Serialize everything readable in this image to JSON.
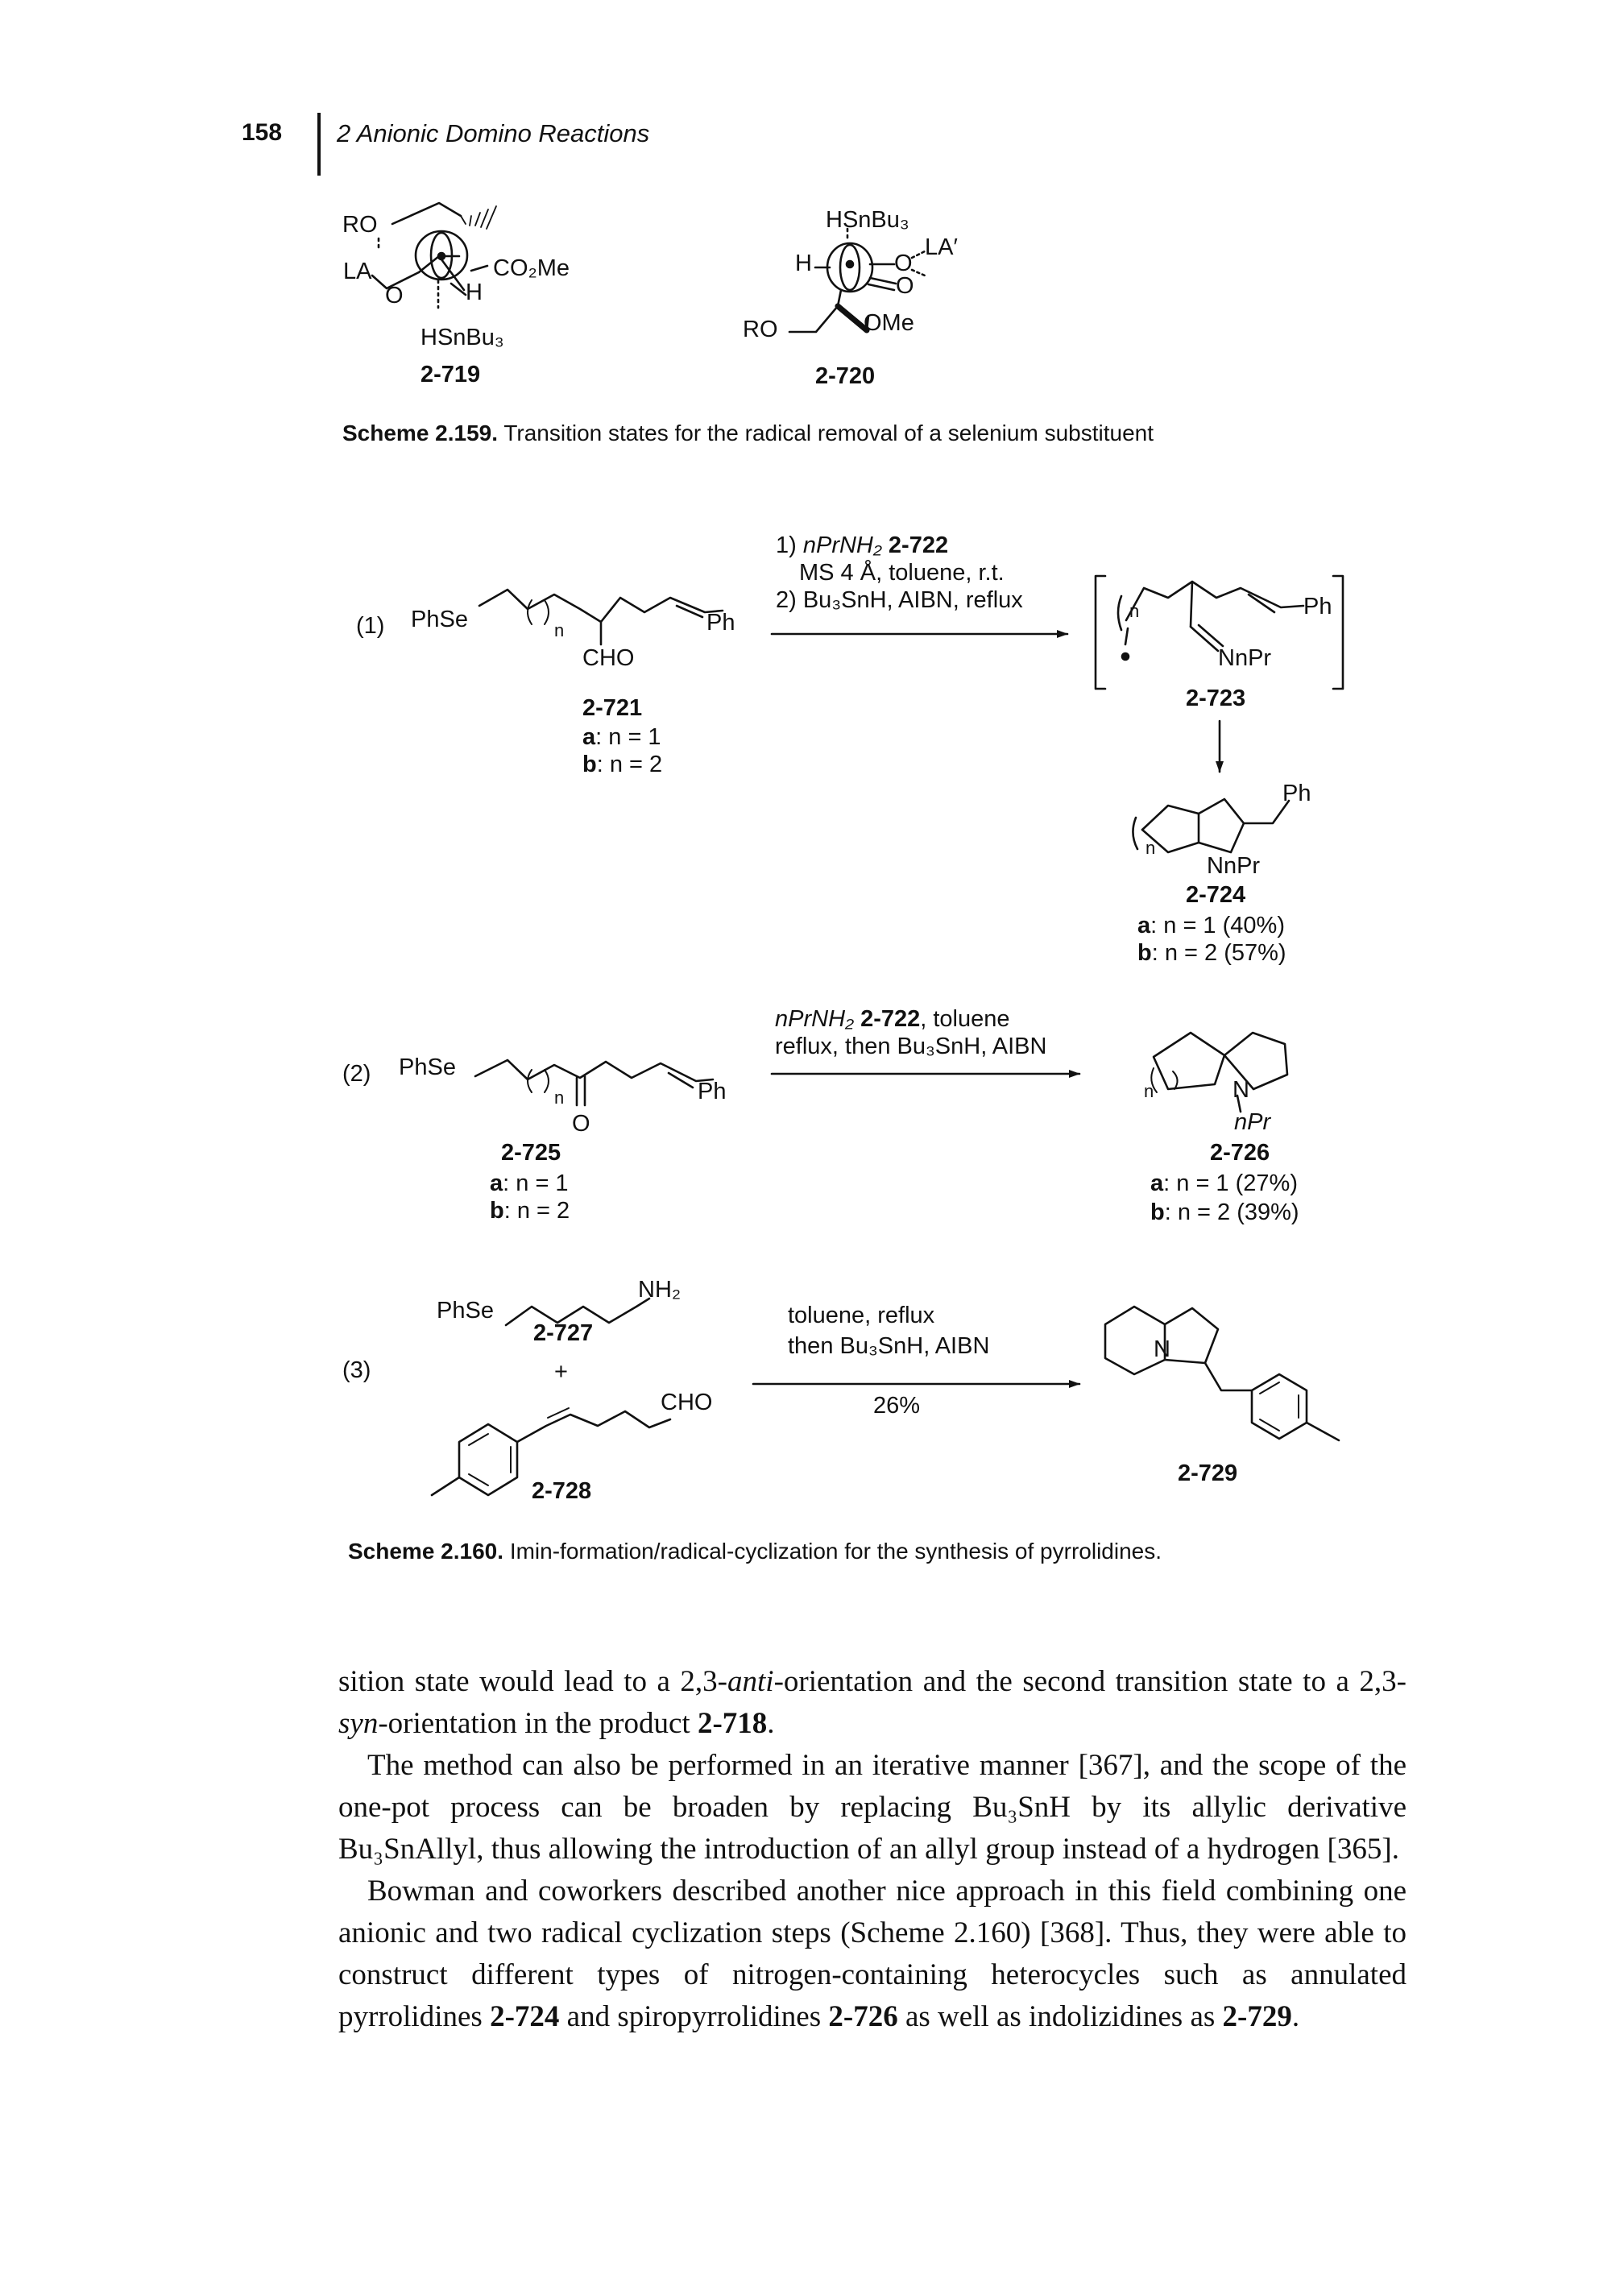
{
  "header": {
    "page_number": "158",
    "chapter_title": "2 Anionic Domino Reactions"
  },
  "scheme_2159": {
    "ts1": {
      "ro": "RO",
      "co2me": "CO₂Me",
      "la": "LA",
      "o": "O",
      "h": "H",
      "reagent": "HSnBu₃",
      "label": "2-719"
    },
    "ts2": {
      "reagent": "HSnBu₃",
      "h": "H",
      "o1": "O",
      "la": "LA′",
      "o2": "O",
      "ro": "RO",
      "ome": "OMe",
      "label": "2-720"
    },
    "caption_label": "Scheme 2.159.",
    "caption_text": "Transition states for the radical removal of a selenium substituent"
  },
  "scheme_2160": {
    "eq1": {
      "number": "(1)",
      "phse": "PhSe",
      "n": "n",
      "cho": "CHO",
      "ph": "Ph",
      "sm_label": "2-721",
      "sm_a_key": "a",
      "sm_a_val": ": n = 1",
      "sm_b_key": "b",
      "sm_b_val": ": n = 2",
      "cond1_prefix": "1) ",
      "cond1_reagent": "nPrNH₂",
      "cond1_label": "2-722",
      "cond2": "MS 4 Å, toluene, r.t.",
      "cond3": "2) Bu₃SnH, AIBN, reflux",
      "int_n": "n",
      "int_ph": "Ph",
      "int_nnpr": "NnPr",
      "int_label": "2-723",
      "prod_n": "n",
      "prod_ph": "Ph",
      "prod_nnpr": "NnPr",
      "prod_label": "2-724",
      "prod_a_key": "a",
      "prod_a_val": ": n = 1 (40%)",
      "prod_b_key": "b",
      "prod_b_val": ": n = 2 (57%)"
    },
    "eq2": {
      "number": "(2)",
      "phse": "PhSe",
      "n": "n",
      "o": "O",
      "ph": "Ph",
      "sm_label": "2-725",
      "sm_a_key": "a",
      "sm_a_val": ": n = 1",
      "sm_b_key": "b",
      "sm_b_val": ": n = 2",
      "cond1_reagent": "nPrNH₂",
      "cond1_label": "2-722",
      "cond1_suffix": ", toluene",
      "cond2": "reflux, then Bu₃SnH, AIBN",
      "prod_n": "n",
      "prod_n_atom": "N",
      "prod_npr": "nPr",
      "prod_label": "2-726",
      "prod_a_key": "a",
      "prod_a_val": ": n = 1 (27%)",
      "prod_b_key": "b",
      "prod_b_val": ": n = 2 (39%)"
    },
    "eq3": {
      "number": "(3)",
      "phse": "PhSe",
      "nh2": "NH₂",
      "amine_label": "2-727",
      "plus": "+",
      "cho": "CHO",
      "ald_label": "2-728",
      "cond1": "toluene, reflux",
      "cond2": "then Bu₃SnH, AIBN",
      "yield": "26%",
      "prod_n_atom": "N",
      "prod_label": "2-729"
    },
    "caption_label": "Scheme 2.160.",
    "caption_text": "Imin-formation/radical-cyclization for the synthesis of pyrrolidines."
  },
  "body": {
    "p1_a": "sition state would lead to a 2,3-",
    "p1_anti": "anti",
    "p1_b": "-orientation and the second transition state to a 2,3-",
    "p1_syn": "syn",
    "p1_c": "-orientation in the product ",
    "p1_cmpd": "2-718",
    "p1_d": ".",
    "p2": "The method can also be performed in an iterative manner [367], and the scope of the one-pot process can be broaden by replacing Bu₃SnH by its allylic derivative Bu₃SnAllyl, thus allowing the introduction of an allyl group instead of a hydrogen [365].",
    "p3_a": "Bowman and coworkers described another nice approach in this field combining one anionic and two radical cyclization steps (Scheme 2.160) [368]. Thus, they were able to construct different types of nitrogen-containing heterocycles such as annulated pyrrolidines ",
    "p3_c1": "2-724",
    "p3_b": " and spiropyrrolidines ",
    "p3_c2": "2-726",
    "p3_c": " as well as indolizidines as ",
    "p3_c3": "2-729",
    "p3_d": "."
  }
}
